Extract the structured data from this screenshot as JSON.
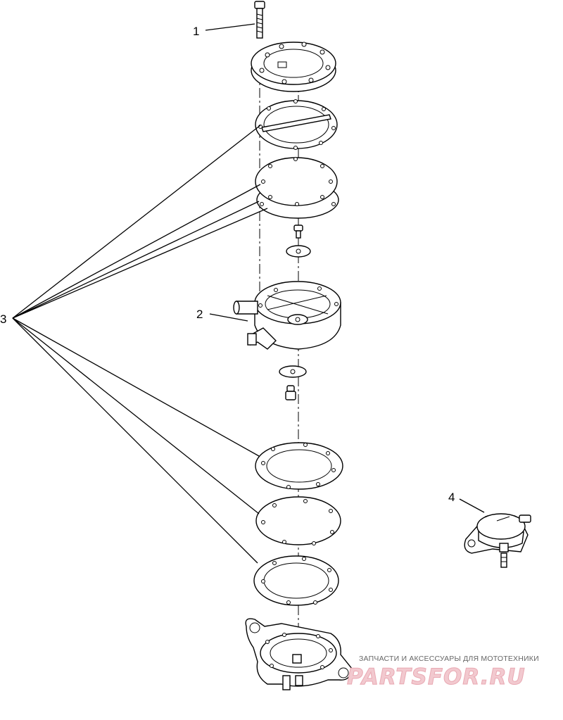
{
  "callouts": {
    "c1": "1",
    "c2": "2",
    "c3": "3",
    "c4": "4"
  },
  "watermark": {
    "tagline": "ЗАПЧАСТИ И АКСЕССУАРЫ ДЛЯ МОТОТЕХНИКИ",
    "logo": "PARTSFOR.RU",
    "color": "#e9a9b3"
  }
}
